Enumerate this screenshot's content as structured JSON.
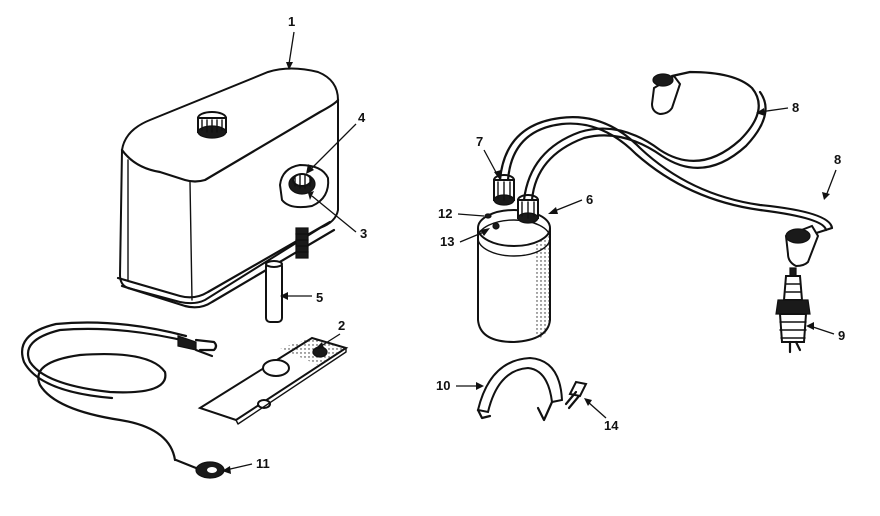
{
  "callouts": [
    {
      "id": "1",
      "text": "1"
    },
    {
      "id": "2",
      "text": "2"
    },
    {
      "id": "3",
      "text": "3"
    },
    {
      "id": "4",
      "text": "4"
    },
    {
      "id": "5",
      "text": "5"
    },
    {
      "id": "6",
      "text": "6"
    },
    {
      "id": "7",
      "text": "7"
    },
    {
      "id": "8a",
      "text": "8"
    },
    {
      "id": "8b",
      "text": "8"
    },
    {
      "id": "9",
      "text": "9"
    },
    {
      "id": "10",
      "text": "10"
    },
    {
      "id": "11",
      "text": "11"
    },
    {
      "id": "12",
      "text": "12"
    },
    {
      "id": "13",
      "text": "13"
    },
    {
      "id": "14",
      "text": "14"
    }
  ]
}
